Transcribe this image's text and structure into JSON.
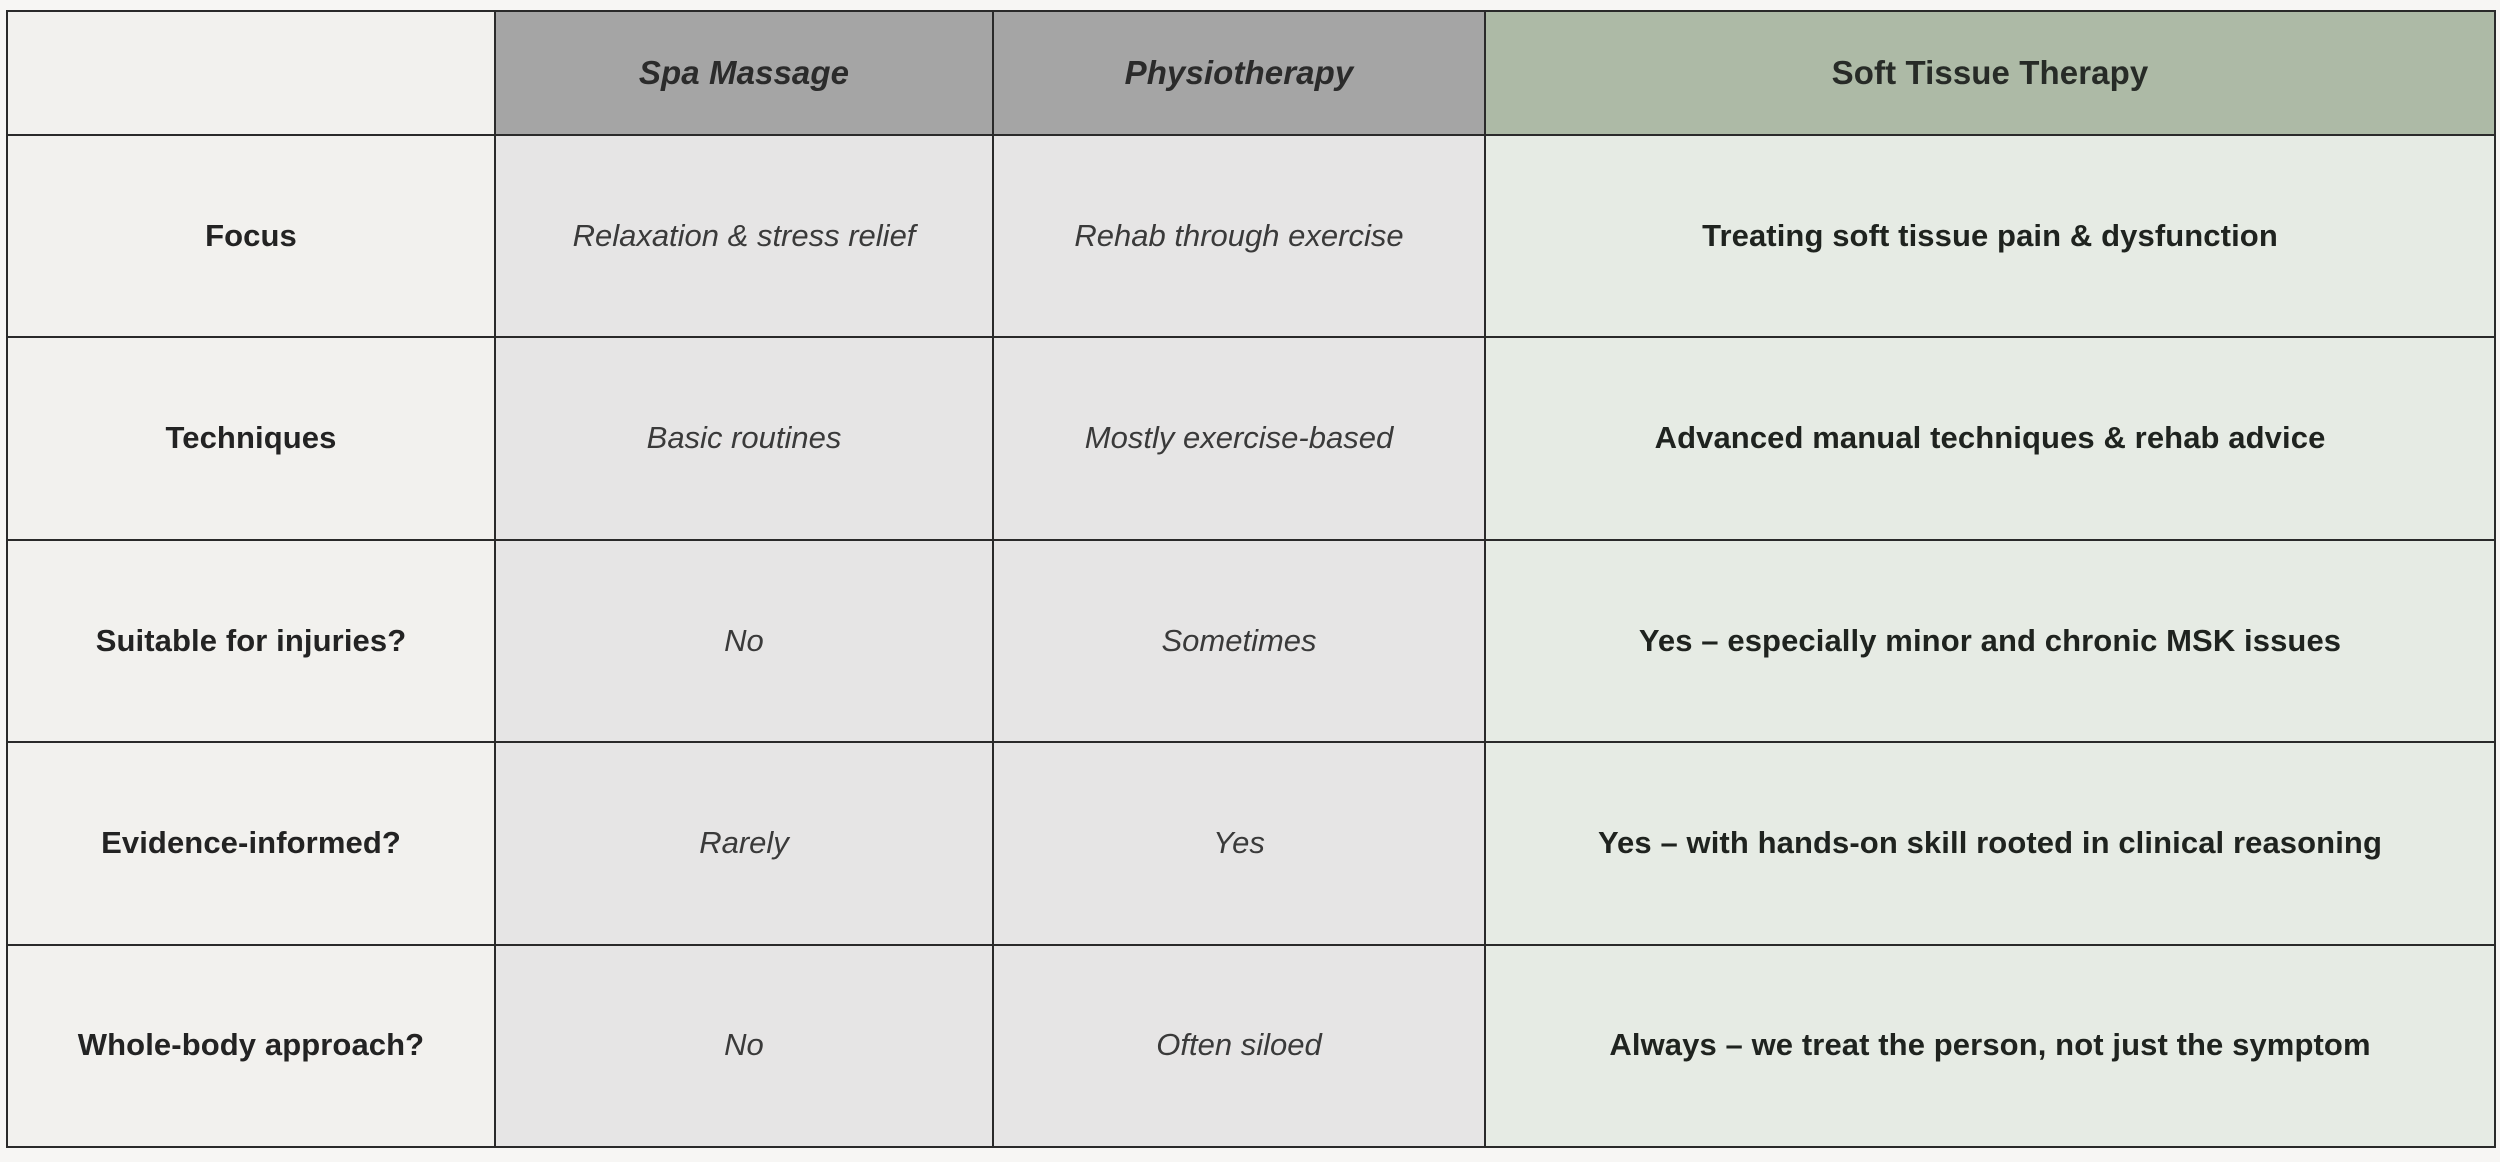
{
  "table": {
    "columns": [
      {
        "key": "label",
        "label": "",
        "style": "corner"
      },
      {
        "key": "spa",
        "label": "Spa Massage",
        "style": "gray-italic"
      },
      {
        "key": "physio",
        "label": "Physiotherapy",
        "style": "gray-italic"
      },
      {
        "key": "sts",
        "label": "Soft Tissue Therapy",
        "style": "green-bold"
      }
    ],
    "rows": [
      {
        "label": "Focus",
        "spa": "Relaxation & stress relief",
        "physio": "Rehab through exercise",
        "sts": "Treating soft tissue pain & dysfunction"
      },
      {
        "label": "Techniques",
        "spa": "Basic routines",
        "physio": "Mostly exercise-based",
        "sts": "Advanced manual techniques & rehab advice"
      },
      {
        "label": "Suitable for injuries?",
        "spa": "No",
        "physio": "Sometimes",
        "sts": "Yes – especially minor and chronic MSK issues"
      },
      {
        "label": "Evidence-informed?",
        "spa": "Rarely",
        "physio": "Yes",
        "sts": "Yes – with hands-on skill rooted in clinical reasoning"
      },
      {
        "label": "Whole-body approach?",
        "spa": "No",
        "physio": "Often siloed",
        "sts": "Always – we treat the person, not just the symptom"
      }
    ]
  },
  "colors": {
    "page_background": "#f7f6f4",
    "border": "#2a2a2a",
    "header_gray": "#a5a5a5",
    "header_green": "#adbaa6",
    "cell_label": "#f2f1ee",
    "cell_gray": "#e6e5e5",
    "cell_green": "#e6ebe4",
    "text_dark": "#232323",
    "text_muted": "#3a3a3a"
  }
}
